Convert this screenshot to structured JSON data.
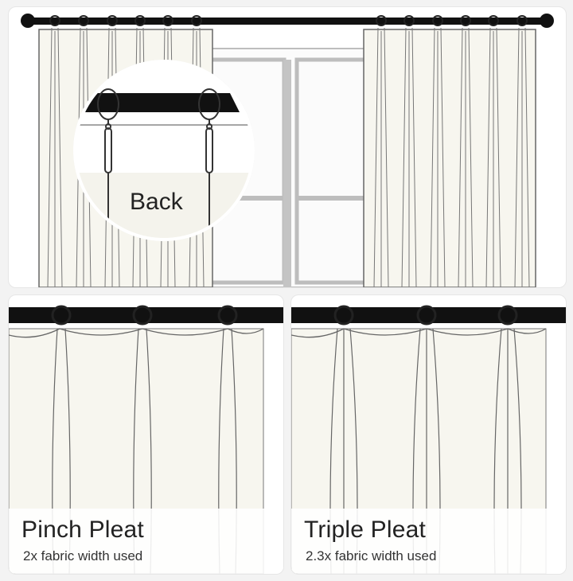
{
  "top": {
    "inset_label": "Back"
  },
  "pinch": {
    "title": "Pinch Pleat",
    "subtitle": "2x fabric width used"
  },
  "triple": {
    "title": "Triple Pleat",
    "subtitle": "2.3x fabric width used"
  },
  "colors": {
    "rod": "#111111",
    "fabric": "#f7f6ef",
    "line": "#555555",
    "frame": "#c9c9c9"
  }
}
